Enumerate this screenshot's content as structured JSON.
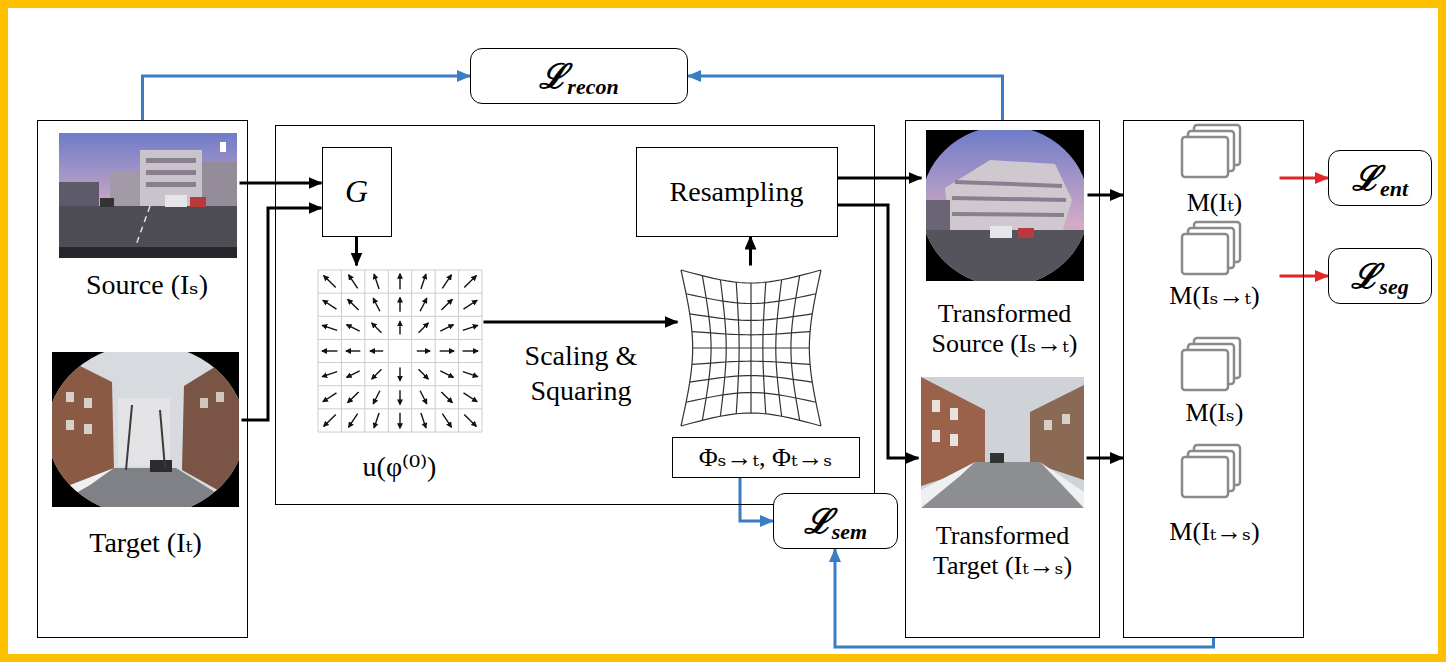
{
  "diagram": {
    "nodes": [
      {
        "text": []
      },
      {
        "text": [
          "Source (Iₛ)"
        ],
        "in": 0
      },
      {
        "text": [
          "Target (Iₜ)"
        ],
        "in": 0
      },
      {
        "text": []
      },
      {
        "text": [
          "G"
        ],
        "in": 3
      },
      {
        "text": [
          "u(φ⁽⁰⁾)"
        ],
        "in": 3
      },
      {
        "text": [],
        "in": 3
      },
      {
        "text": [
          "Resampling"
        ],
        "in": 3
      },
      {
        "text": [
          "Φₛ→ₜ, Φₜ→ₛ"
        ],
        "in": 3
      },
      {
        "text": []
      },
      {
        "text": [
          "Transformed Source (Iₛ→ₜ)"
        ],
        "in": 9
      },
      {
        "text": [
          "Transformed Target (Iₜ→ₛ)"
        ],
        "in": 9
      },
      {
        "text": []
      },
      {
        "text": [
          "M(Iₜ)"
        ],
        "in": 12
      },
      {
        "text": [
          "M(Iₛ→ₜ)"
        ],
        "in": 12
      },
      {
        "text": [
          "M(Iₛ)"
        ],
        "in": 12
      },
      {
        "text": [
          "M(Iₜ→ₛ)"
        ],
        "in": 12
      },
      {
        "text": [
          "ℒ",
          "recon"
        ]
      },
      {
        "text": [
          "ℒ",
          "ent"
        ]
      },
      {
        "text": [
          "ℒ",
          "seg"
        ]
      },
      {
        "text": [
          "ℒ",
          "sem"
        ]
      }
    ],
    "edges": [
      {
        "from": 1,
        "to": 4,
        "arrow": "to"
      },
      {
        "from": 2,
        "to": 4,
        "arrow": "to"
      },
      {
        "from": 4,
        "to": 5,
        "arrow": "to"
      },
      {
        "from": 5,
        "to": 6,
        "label": "Scaling & Squaring",
        "arrow": "to"
      },
      {
        "from": 6,
        "to": 7,
        "arrow": "to"
      },
      {
        "from": 7,
        "to": 10,
        "arrow": "to"
      },
      {
        "from": 7,
        "to": 11,
        "arrow": "to"
      },
      {
        "from": 10,
        "to": 12,
        "arrow": "to"
      },
      {
        "from": 11,
        "to": 12,
        "arrow": "to"
      },
      {
        "from": 13,
        "to": 18,
        "arrow": "to"
      },
      {
        "from": 14,
        "to": 19,
        "arrow": "to"
      },
      {
        "from": 0,
        "to": 17,
        "arrow": "to"
      },
      {
        "from": 9,
        "to": 17,
        "arrow": "to"
      },
      {
        "from": 8,
        "to": 20,
        "arrow": "to"
      },
      {
        "from": 12,
        "to": 20,
        "arrow": "to"
      }
    ]
  }
}
